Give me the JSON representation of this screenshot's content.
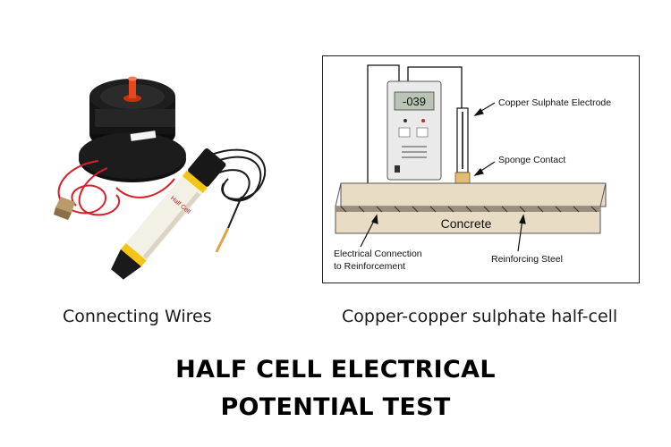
{
  "diagram": {
    "meter_reading": "-039",
    "labels": {
      "electrode": "Copper Sulphate Electrode",
      "sponge": "Sponge Contact",
      "concrete": "Concrete",
      "connection_line1": "Electrical Connection",
      "connection_line2": "to Reinforcement",
      "steel": "Reinforcing Steel"
    }
  },
  "captions": {
    "left": "Connecting Wires",
    "right": "Copper-copper sulphate half-cell"
  },
  "title": {
    "line1": "HALF CELL ELECTRICAL",
    "line2": "POTENTIAL TEST"
  },
  "colors": {
    "reel": "#111111",
    "reel_hub": "#e8461e",
    "wire_red": "#d9202a",
    "electrode_yellow": "#f5c515",
    "concrete": "#e8dcc5",
    "sponge": "#e2bc73"
  }
}
